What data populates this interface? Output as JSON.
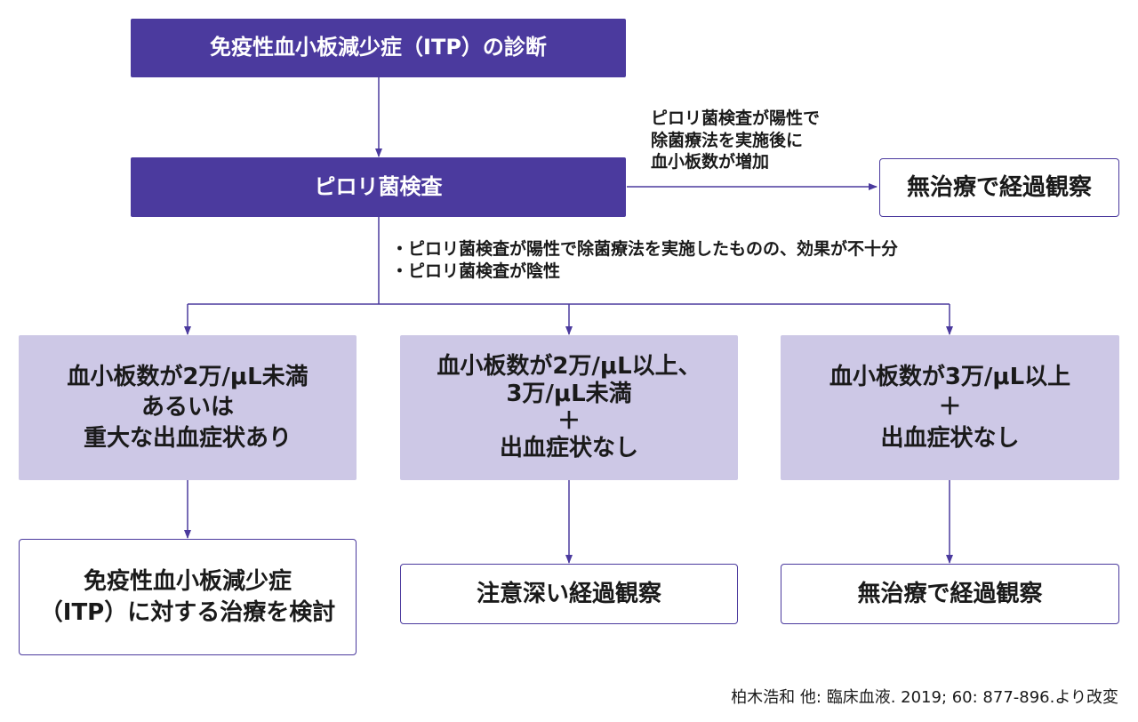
{
  "nodes": {
    "diagnosis": {
      "lines": [
        "免疫性血小板減少症（ITP）の診断"
      ]
    },
    "hpylori_test": {
      "lines": [
        "ピロリ菌検査"
      ]
    },
    "observe_top": {
      "lines": [
        "無治療で経過観察"
      ]
    },
    "left_condition": {
      "lines": [
        "血小板数が2万/μL未満",
        "あるいは",
        "重大な出血症状あり"
      ]
    },
    "mid_condition": {
      "lines": [
        "血小板数が2万/μL以上、",
        "3万/μL未満",
        "＋",
        "出血症状なし"
      ]
    },
    "right_condition": {
      "lines": [
        "血小板数が3万/μL以上",
        "＋",
        "出血症状なし"
      ]
    },
    "left_result": {
      "lines": [
        "免疫性血小板減少症",
        "（ITP）に対する治療を検討"
      ]
    },
    "mid_result": {
      "lines": [
        "注意深い経過観察"
      ]
    },
    "right_result": {
      "lines": [
        "無治療で経過観察"
      ]
    }
  },
  "edge_labels": {
    "positive_improved": [
      "ピロリ菌検査が陽性で",
      "除菌療法を実施後に",
      "血小板数が増加"
    ],
    "insufficient_or_negative": [
      "・ピロリ菌検査が陽性で除菌療法を実施したものの、効果が不十分",
      "・ピロリ菌検査が陰性"
    ]
  },
  "citation": "柏木浩和 他: 臨床血液. 2019; 60: 877-896.より改変",
  "colors": {
    "primary": "#4b3a9e",
    "light_fill": "#cdc8e6",
    "outline_fill": "#ffffff",
    "text_dark": "#1a1a1a",
    "text_light": "#ffffff"
  }
}
